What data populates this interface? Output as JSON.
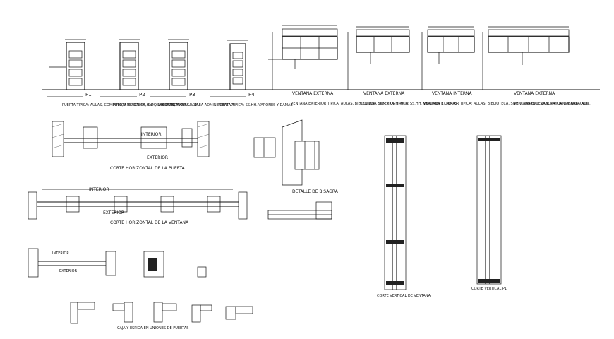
{
  "door_types": [
    {
      "code": "P1",
      "description": "PUERTA TIPICA: AULAS, COMPUTO, BIBLIOTECA, SUM, LABORATORIO"
    },
    {
      "code": "P2",
      "description": "PUERTA TIPICA: SS.HH. DIRECCION, Y AREA ADM."
    },
    {
      "code": "P3",
      "description": "PUERTA TIPICA: AREA ADMINISTRATIVA"
    },
    {
      "code": "P4",
      "description": "PUERTA TIPICA: SS.HH. VARONES Y DAMAS"
    }
  ],
  "window_types": [
    {
      "title": "VENTANA EXTERNA",
      "description": "VENTANA EXTERIOR TIPICA: AULAS, BIBLIOTECA, SUM Y COMPUTO"
    },
    {
      "title": "VENTANA EXTERNA",
      "description": "VENTANA EXTERIOR TIPICA: SS.HH. VARONES Y DAMAS"
    },
    {
      "title": "VENTANA INTERNA",
      "description": "VENTANA EXTERIOR TIPICA: AULAS, BIBLIOTECA, SUM, COMPUTO, LABORATORIO Y AREA ADM."
    },
    {
      "title": "VENTANA EXTERNA",
      "description": "VENTANA EXTERIOR TIPICA: LABORATORIO"
    }
  ],
  "sections": {
    "door_horizontal": "CORTE HORIZONTAL DE LA PUERTA",
    "window_horizontal": "CORTE HORIZONTAL DE LA VENTANA",
    "interior": "INTERIOR",
    "exterior": "EXTERIOR",
    "hinge_detail": "DETALLE DE BISAGRA",
    "window_vertical": "CORTE VERTICAL DE VENTANA",
    "vertical_p1": "CORTE VERTICAL P1",
    "joints": "CAJA Y ESPIGA EN UNIONES DE PUERTAS"
  }
}
